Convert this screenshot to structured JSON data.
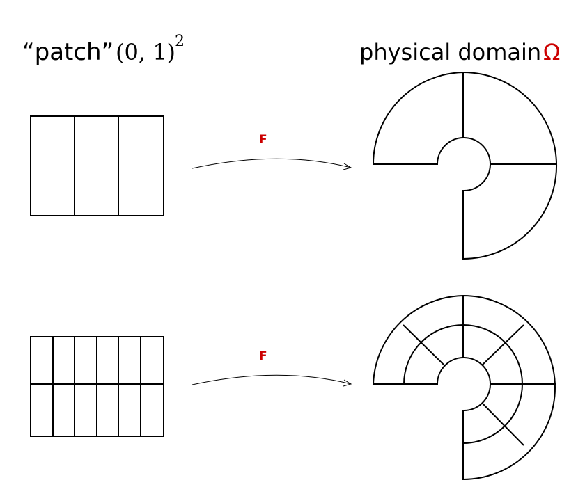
{
  "labels": {
    "patch": "“patch”",
    "interval": "(0, 1)",
    "exponent": "2",
    "physical": "physical domain",
    "omega": "Ω"
  },
  "maps": [
    {
      "label": "F"
    },
    {
      "label": "F"
    }
  ],
  "colors": {
    "stroke": "#000000",
    "accent": "#cc0000"
  }
}
